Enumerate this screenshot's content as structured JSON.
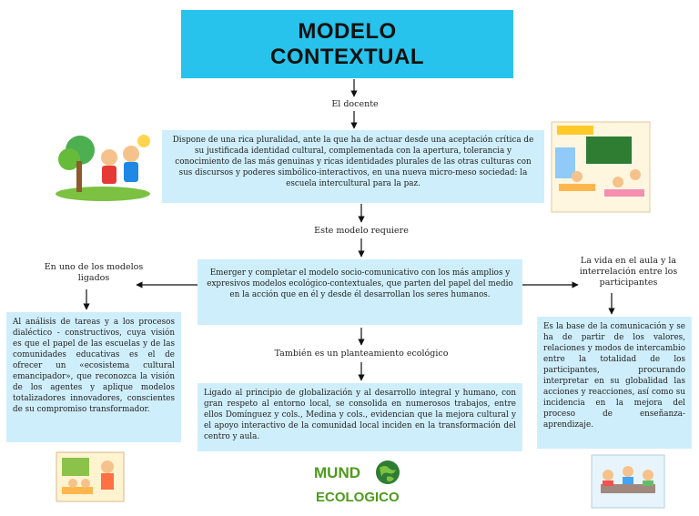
{
  "title": {
    "line1": "MODELO",
    "line2": "CONTEXTUAL"
  },
  "labels": {
    "docente": "El docente",
    "requiere": "Este modelo requiere",
    "ligados": "En uno de los modelos ligados",
    "vida": "La vida en el aula y la interrelación entre los participantes",
    "ecologico": "También es un planteamiento ecológico"
  },
  "boxes": {
    "dispone": "Dispone de una rica pluralidad, ante la que ha de actuar desde una aceptación crítica de su justificada identidad cultural, complementada con la apertura, tolerancia y conocimiento de las más genuinas y ricas identidades plurales de las otras culturas con sus discursos y poderes simbólico-interactivos, en una nueva micro-meso sociedad: la escuela intercultural para la paz.",
    "emerger": "Emerger y completar el modelo socio-comunicativo con los más amplios y expresivos modelos ecológico-contextuales, que parten del papel del medio en la acción que en él y desde él desarrollan los seres humanos.",
    "analisis": "Al análisis de tareas y a los procesos dialéctico - constructivos, cuya visión es que el papel de las escuelas y de las comunidades educativas es el de ofrecer un «ecosistema cultural emancipador», que reconozca la visión de los agentes y aplique modelos totalizadores innovadores, conscientes de su compromiso transformador.",
    "base": "Es la base de la comunicación y se ha de partir de los valores, relaciones y modos de intercambio entre la totalidad de los participantes, procurando interpretar en su globalidad las acciones y reacciones, así como su incidencia en la mejora del proceso de enseñanza-aprendizaje.",
    "ligado": "Ligado al principio de globalización y al desarrollo integral y humano, con gran respeto al entorno local, se consolida en numerosos trabajos, entre ellos Domínguez y cols., Medina y cols., evidencian que la mejora cultural y el apoyo interactivo de la comunidad local inciden en la transformación del centro y aula."
  },
  "logo": {
    "line1": "MUND",
    "line2": "ECOLOGICO"
  }
}
